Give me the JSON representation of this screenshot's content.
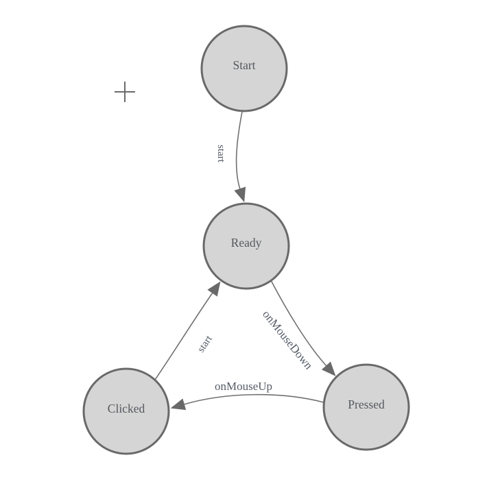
{
  "diagram": {
    "type": "state-machine-diagram",
    "background": "#ffffff",
    "colors": {
      "node_fill": "#d5d5d5",
      "node_stroke": "#696969",
      "edge_stroke": "#707070",
      "arrow_fill": "#696969",
      "label_color": "#55585e"
    },
    "nodes": [
      {
        "id": "start",
        "label": "Start"
      },
      {
        "id": "ready",
        "label": "Ready"
      },
      {
        "id": "clicked",
        "label": "Clicked"
      },
      {
        "id": "pressed",
        "label": "Pressed"
      }
    ],
    "edges": [
      {
        "from": "start",
        "to": "ready",
        "label": "start"
      },
      {
        "from": "ready",
        "to": "pressed",
        "label": "onMouseDown"
      },
      {
        "from": "pressed",
        "to": "clicked",
        "label": "onMouseUp"
      },
      {
        "from": "clicked",
        "to": "ready",
        "label": "start"
      }
    ],
    "icons": {
      "crosshair": "plus-crosshair"
    }
  }
}
